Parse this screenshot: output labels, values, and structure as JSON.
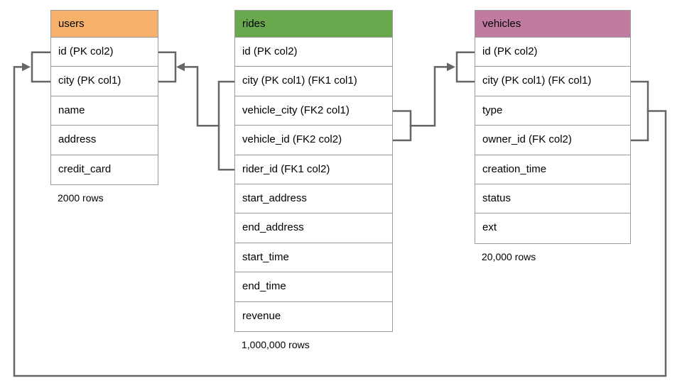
{
  "diagram": {
    "connector_color": "#666666",
    "table_border_color": "#999999",
    "tables": [
      {
        "name": "users",
        "header_color": "#F6B26B",
        "columns": [
          "id (PK col2)",
          "city (PK col1)",
          "name",
          "address",
          "credit_card"
        ],
        "row_count_label": "2000 rows"
      },
      {
        "name": "rides",
        "header_color": "#6AA84F",
        "columns": [
          "id (PK col2)",
          "city (PK col1) (FK1 col1)",
          "vehicle_city (FK2 col1)",
          "vehicle_id (FK2 col2)",
          "rider_id (FK1 col2)",
          "start_address",
          "end_address",
          "start_time",
          "end_time",
          "revenue"
        ],
        "row_count_label": "1,000,000 rows"
      },
      {
        "name": "vehicles",
        "header_color": "#C27BA0",
        "columns": [
          "id (PK col2)",
          "city (PK col1) (FK col1)",
          "type",
          "owner_id (FK col2)",
          "creation_time",
          "status",
          "ext"
        ],
        "row_count_label": "20,000 rows"
      }
    ],
    "relationships": [
      {
        "name": "rides-fk1-to-users-pk",
        "from_table": "rides",
        "from_columns": [
          "city (PK col1) (FK1 col1)",
          "rider_id (FK1 col2)"
        ],
        "from_rows": [
          1,
          4
        ],
        "to_table": "users",
        "to_columns": [
          "id (PK col2)",
          "city (PK col1)"
        ],
        "to_rows": [
          0,
          1
        ]
      },
      {
        "name": "rides-fk2-to-vehicles-pk",
        "from_table": "rides",
        "from_columns": [
          "vehicle_city (FK2 col1)",
          "vehicle_id (FK2 col2)"
        ],
        "from_rows": [
          2,
          3
        ],
        "to_table": "vehicles",
        "to_columns": [
          "id (PK col2)",
          "city (PK col1) (FK col1)"
        ],
        "to_rows": [
          0,
          1
        ]
      },
      {
        "name": "vehicles-fk-to-users-pk",
        "from_table": "vehicles",
        "from_columns": [
          "city (PK col1) (FK col1)",
          "owner_id (FK col2)"
        ],
        "from_rows": [
          1,
          3
        ],
        "to_table": "users",
        "to_columns": [
          "id (PK col2)",
          "city (PK col1)"
        ],
        "to_rows": [
          0,
          1
        ]
      }
    ]
  }
}
